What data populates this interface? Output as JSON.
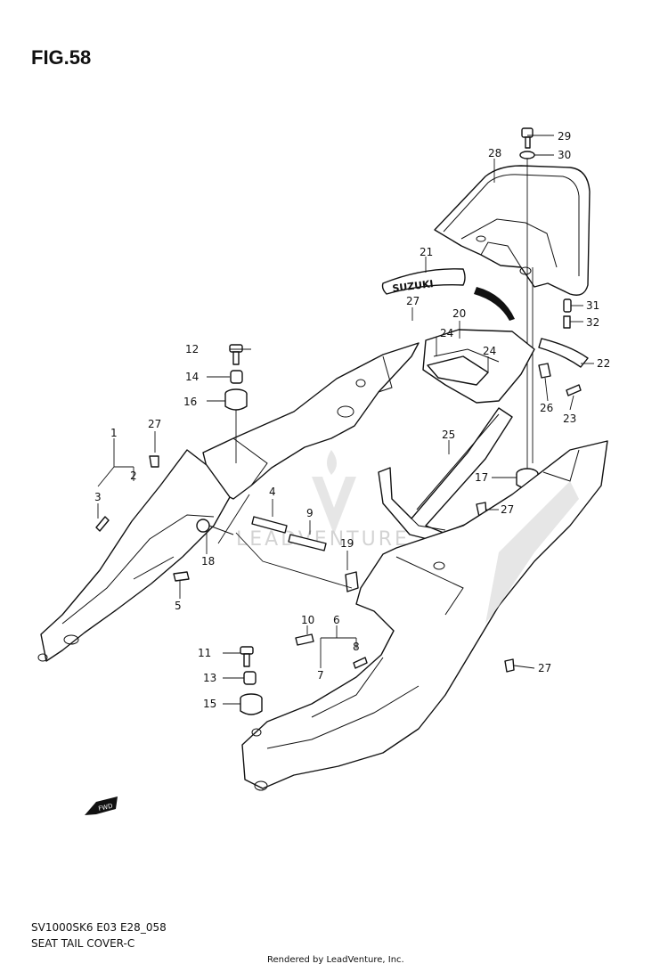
{
  "figure": {
    "title": "FIG.58",
    "footer_line1": "SV1000SK6 E03 E28_058",
    "footer_line2": "SEAT TAIL COVER-C",
    "rendered_by": "Rendered by LeadVenture, Inc.",
    "watermark_text": "LEADVENTURE",
    "fwd_badge": "FWD",
    "emblem_text": "SUZUKI"
  },
  "callouts": [
    {
      "id": "c1",
      "label": "1"
    },
    {
      "id": "c2",
      "label": "2"
    },
    {
      "id": "c3",
      "label": "3"
    },
    {
      "id": "c4",
      "label": "4"
    },
    {
      "id": "c5",
      "label": "5"
    },
    {
      "id": "c6",
      "label": "6"
    },
    {
      "id": "c7",
      "label": "7"
    },
    {
      "id": "c8",
      "label": "8"
    },
    {
      "id": "c9",
      "label": "9"
    },
    {
      "id": "c10",
      "label": "10"
    },
    {
      "id": "c11",
      "label": "11"
    },
    {
      "id": "c12",
      "label": "12"
    },
    {
      "id": "c13",
      "label": "13"
    },
    {
      "id": "c14",
      "label": "14"
    },
    {
      "id": "c15",
      "label": "15"
    },
    {
      "id": "c16",
      "label": "16"
    },
    {
      "id": "c17",
      "label": "17"
    },
    {
      "id": "c18",
      "label": "18"
    },
    {
      "id": "c19",
      "label": "19"
    },
    {
      "id": "c20",
      "label": "20"
    },
    {
      "id": "c21",
      "label": "21"
    },
    {
      "id": "c22",
      "label": "22"
    },
    {
      "id": "c23",
      "label": "23"
    },
    {
      "id": "c24a",
      "label": "24"
    },
    {
      "id": "c24b",
      "label": "24"
    },
    {
      "id": "c25",
      "label": "25"
    },
    {
      "id": "c26",
      "label": "26"
    },
    {
      "id": "c27a",
      "label": "27"
    },
    {
      "id": "c27b",
      "label": "27"
    },
    {
      "id": "c27c",
      "label": "27"
    },
    {
      "id": "c27d",
      "label": "27"
    },
    {
      "id": "c28",
      "label": "28"
    },
    {
      "id": "c29",
      "label": "29"
    },
    {
      "id": "c30",
      "label": "30"
    },
    {
      "id": "c31",
      "label": "31"
    },
    {
      "id": "c32",
      "label": "32"
    }
  ]
}
